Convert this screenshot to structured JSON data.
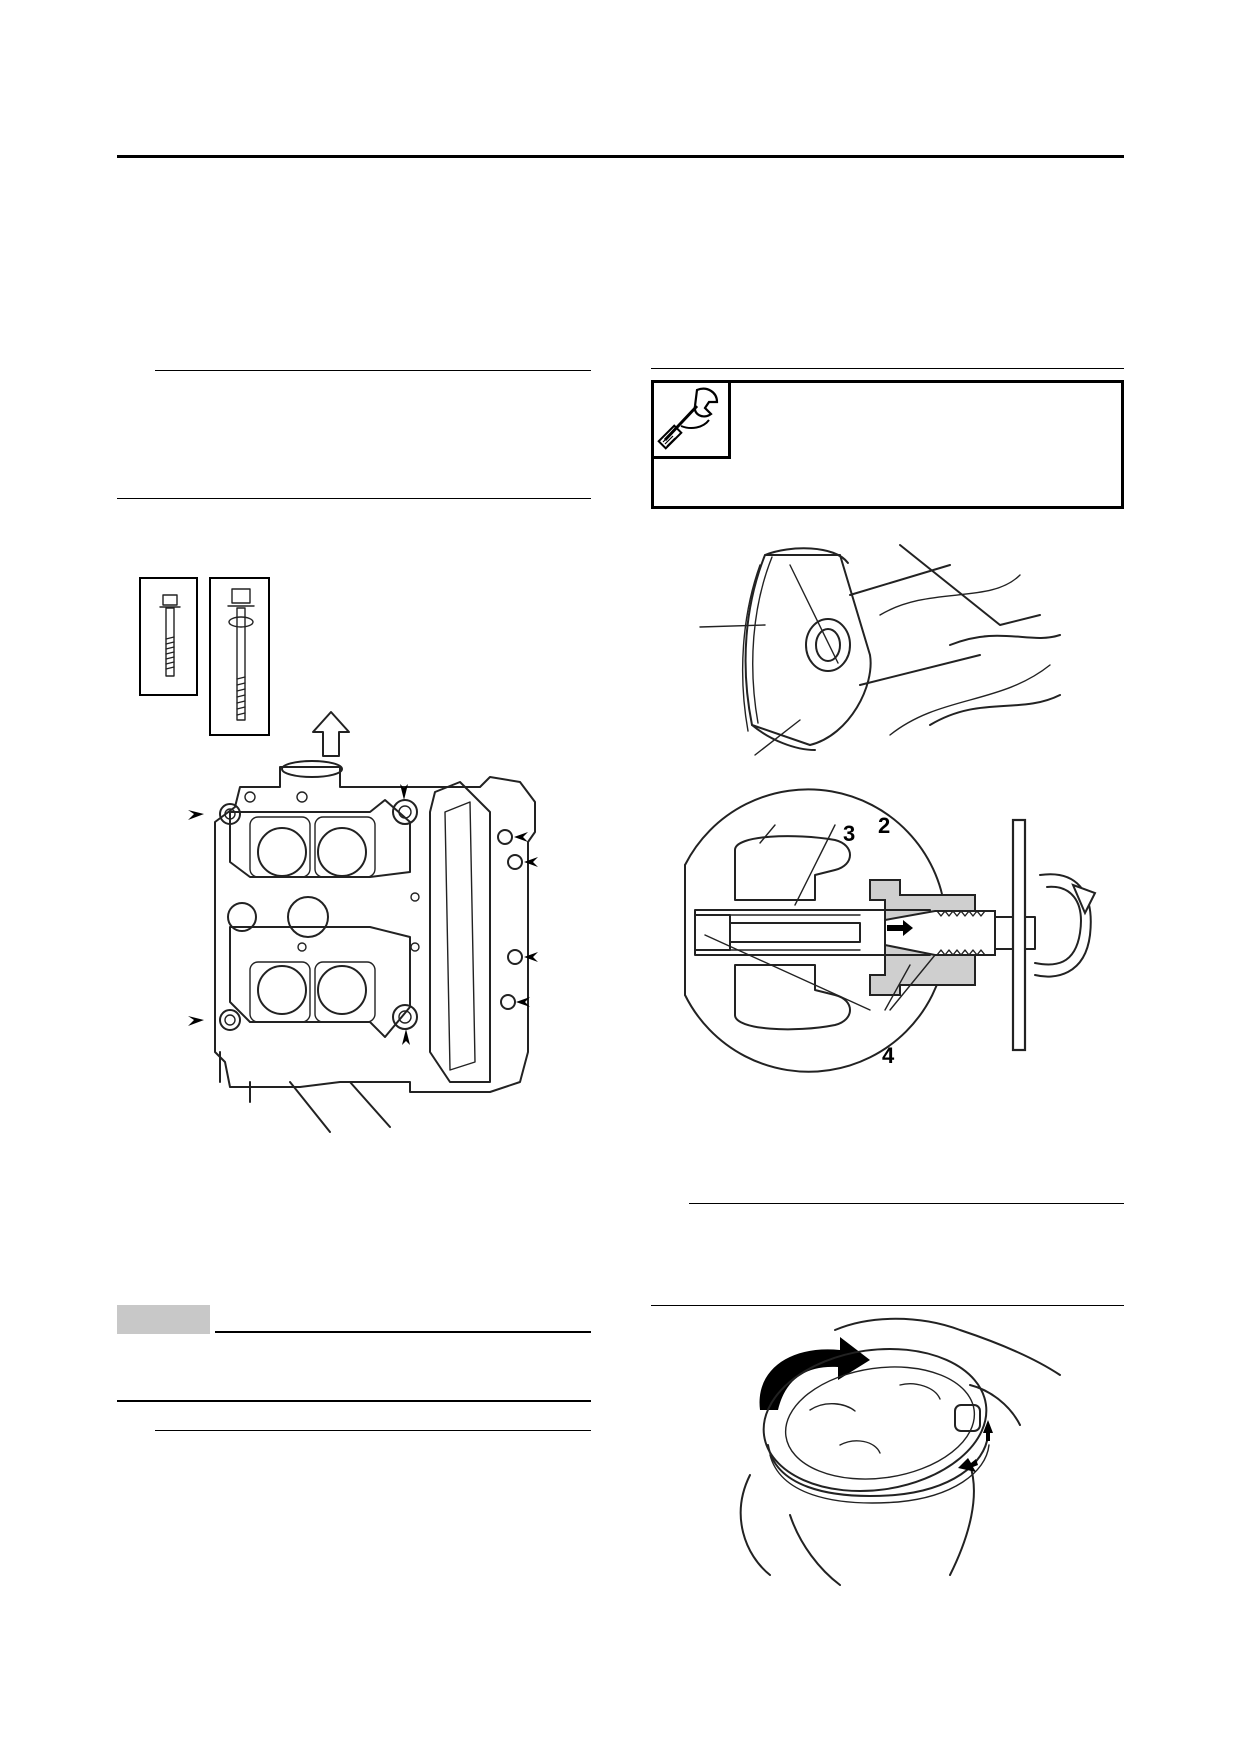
{
  "callouts": {
    "rod_diagram": [
      "3",
      "2",
      "4"
    ]
  },
  "colors": {
    "note_tag_fill": "#c8c8c8",
    "hatch_gray": "#cfcfcf"
  },
  "icons": {
    "tool_box_icon": "wrench-icon",
    "upward_direction": "up-arrow-icon",
    "rotation": "rotate-arrow-icon"
  }
}
